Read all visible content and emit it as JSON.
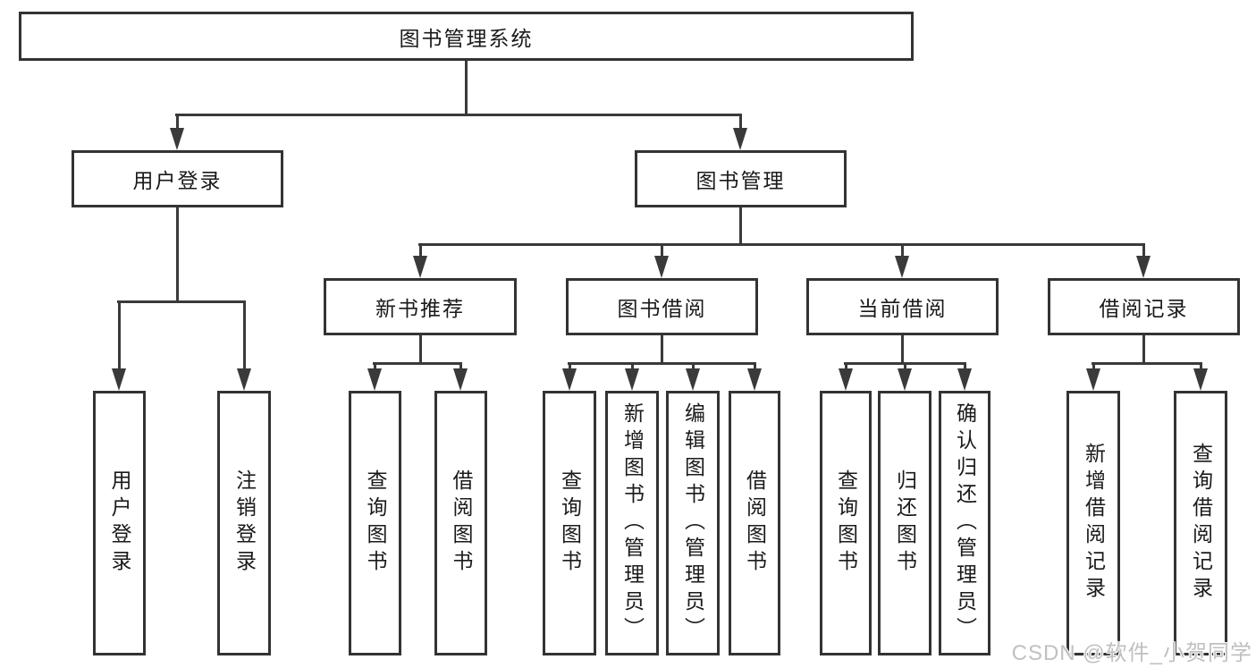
{
  "diagram": {
    "type": "tree",
    "root": {
      "label": "图书管理系统"
    },
    "level2": [
      {
        "label": "用户登录"
      },
      {
        "label": "图书管理"
      }
    ],
    "level3": [
      {
        "label": "新书推荐"
      },
      {
        "label": "图书借阅"
      },
      {
        "label": "当前借阅"
      },
      {
        "label": "借阅记录"
      }
    ],
    "leaves": {
      "user_login_group": [
        {
          "label": "用户登录"
        },
        {
          "label": "注销登录"
        }
      ],
      "new_book_group": [
        {
          "label": "查询图书"
        },
        {
          "label": "借阅图书"
        }
      ],
      "borrow_group": [
        {
          "label": "查询图书"
        },
        {
          "label": "新增图书（管理员）"
        },
        {
          "label": "编辑图书（管理员）"
        },
        {
          "label": "借阅图书"
        }
      ],
      "current_group": [
        {
          "label": "查询图书"
        },
        {
          "label": "归还图书"
        },
        {
          "label": "确认归还（管理员）"
        }
      ],
      "records_group": [
        {
          "label": "新增借阅记录"
        },
        {
          "label": "查询借阅记录"
        }
      ]
    }
  },
  "watermark": {
    "text": "CSDN @软件_小贺同学"
  },
  "colors": {
    "line": "#3a3a3a",
    "box_border": "#333333",
    "box_fill": "#ffffff",
    "text": "#1a1a1a",
    "watermark": "#c0c0c0"
  }
}
